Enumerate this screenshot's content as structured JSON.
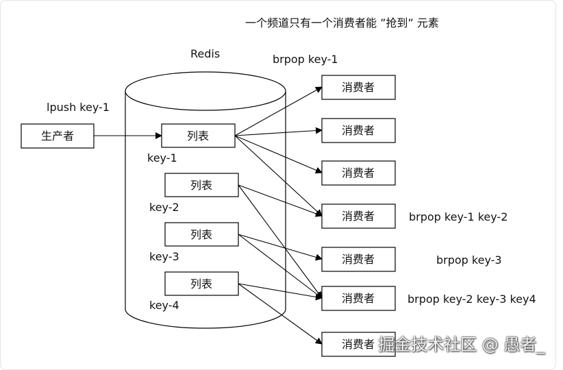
{
  "title": "一个频道只有一个消费者能 ”抢到” 元素",
  "redis_label": "Redis",
  "producer": {
    "label": "生产者",
    "command": "lpush key-1"
  },
  "lists": [
    {
      "label": "列表",
      "key": "key-1"
    },
    {
      "label": "列表",
      "key": "key-2"
    },
    {
      "label": "列表",
      "key": "key-3"
    },
    {
      "label": "列表",
      "key": "key-4"
    }
  ],
  "consumers": [
    {
      "label": "消费者"
    },
    {
      "label": "消费者"
    },
    {
      "label": "消费者"
    },
    {
      "label": "消费者"
    },
    {
      "label": "消费者"
    },
    {
      "label": "消费者"
    },
    {
      "label": "消费者"
    }
  ],
  "commands": {
    "top": "brpop key-1",
    "c4": "brpop key-1 key-2",
    "c5": "brpop key-3",
    "c6": "brpop key-2 key-3 key4"
  },
  "edges": [
    {
      "from": "list-1",
      "to": "consumer-1"
    },
    {
      "from": "list-1",
      "to": "consumer-2"
    },
    {
      "from": "list-1",
      "to": "consumer-3"
    },
    {
      "from": "list-1",
      "to": "consumer-4"
    },
    {
      "from": "list-2",
      "to": "consumer-4"
    },
    {
      "from": "list-2",
      "to": "consumer-6"
    },
    {
      "from": "list-3",
      "to": "consumer-5"
    },
    {
      "from": "list-3",
      "to": "consumer-6"
    },
    {
      "from": "list-4",
      "to": "consumer-6"
    },
    {
      "from": "list-4",
      "to": "consumer-7"
    }
  ],
  "watermark": "掘金技术社区 @ 愚者_"
}
